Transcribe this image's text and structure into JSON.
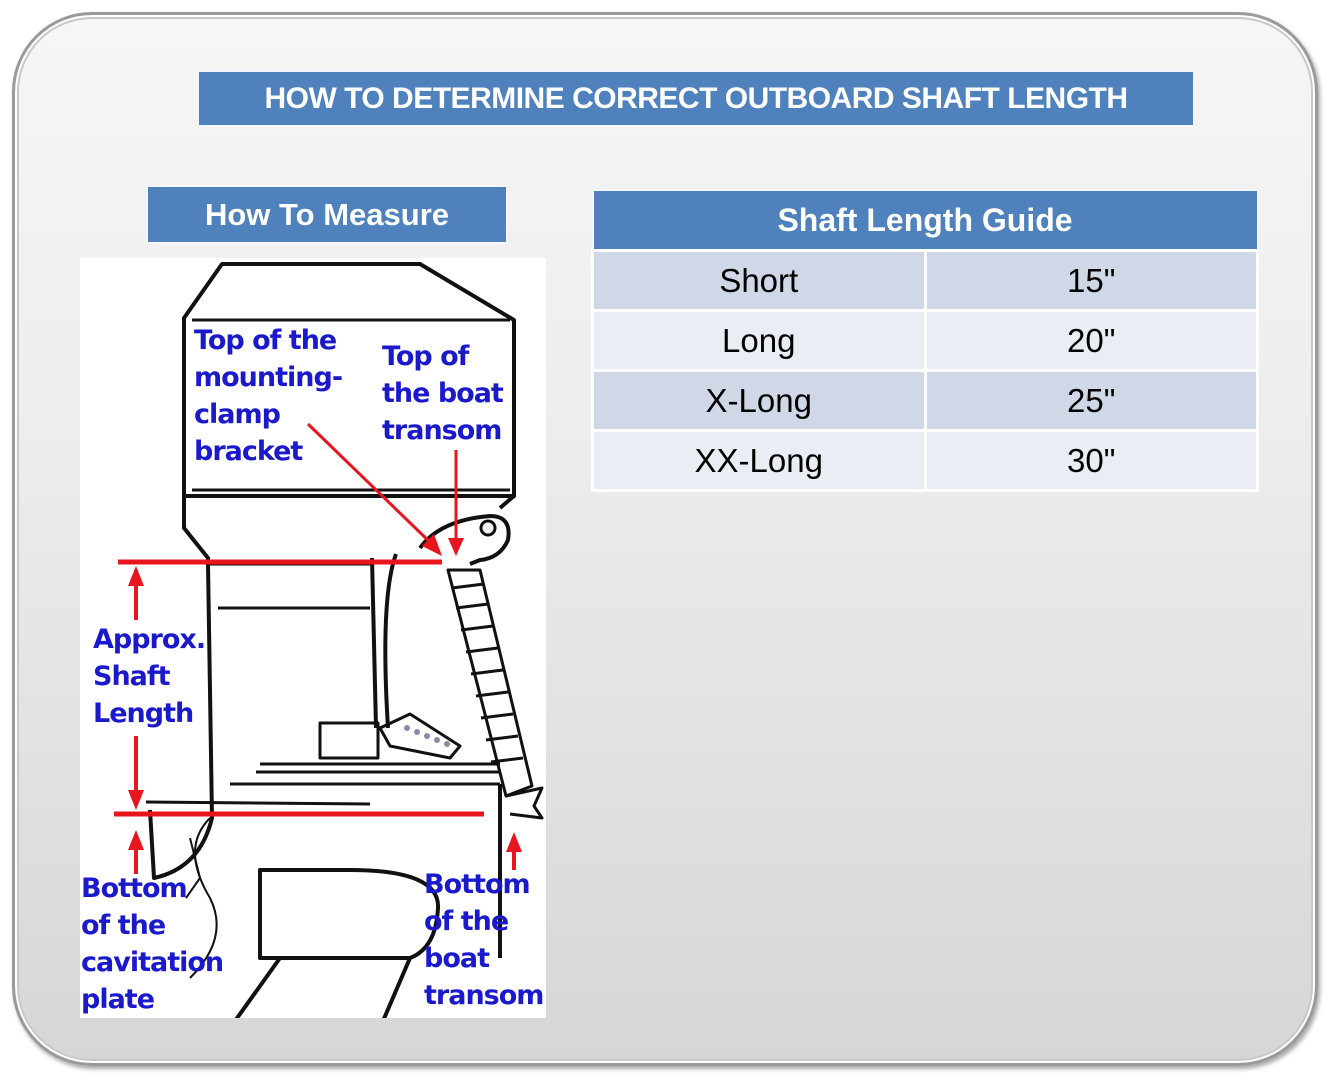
{
  "title": "HOW TO DETERMINE CORRECT OUTBOARD SHAFT LENGTH",
  "measure_section": {
    "heading": "How To Measure",
    "labels": {
      "top_clamp": [
        "Top of the",
        "mounting-",
        "clamp",
        "bracket"
      ],
      "top_transom": [
        "Top of",
        "the boat",
        "transom"
      ],
      "approx_shaft": [
        "Approx.",
        "Shaft",
        "Length"
      ],
      "bottom_cavitation": [
        "Bottom",
        "of the",
        "cavitation",
        "plate"
      ],
      "bottom_transom": [
        "Bottom",
        "of the",
        "boat",
        "transom"
      ]
    },
    "colors": {
      "label": "#1a1acc",
      "marker": "#e8141e",
      "outline": "#111111"
    }
  },
  "guide": {
    "heading": "Shaft Length Guide",
    "rows": [
      {
        "size": "Short",
        "length": "15\""
      },
      {
        "size": "Long",
        "length": "20\""
      },
      {
        "size": "X-Long",
        "length": "25\""
      },
      {
        "size": "XX-Long",
        "length": "30\""
      }
    ]
  },
  "colors": {
    "header_bg": "#4f81bd",
    "row_odd": "#d0d8e8",
    "row_even": "#e9edf4"
  }
}
